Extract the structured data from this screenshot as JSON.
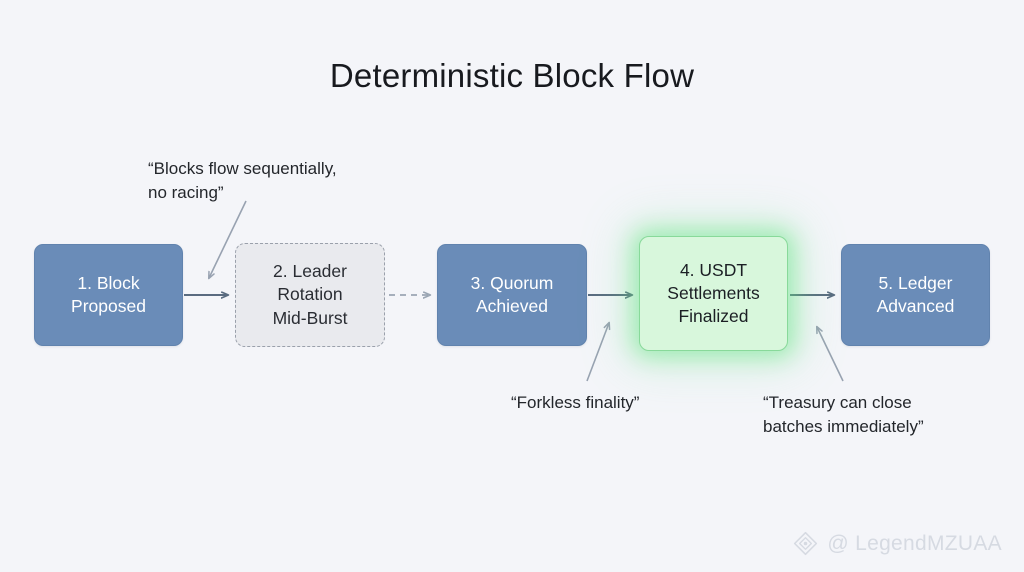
{
  "page": {
    "title": "Deterministic Block Flow",
    "background_color": "#f4f5f9"
  },
  "colors": {
    "node_blue": "#6a8cb8",
    "node_blue_text": "#ffffff",
    "node_dashed_fill": "#e9eaee",
    "node_dashed_border": "#9aa0ab",
    "node_highlight_fill": "#d8f7dc",
    "node_highlight_border": "#88d99a",
    "highlight_glow": "#58e278",
    "connector": "#5a6b80",
    "annotation_text": "#23262b",
    "watermark": "#d6dae2"
  },
  "flow": {
    "nodes": [
      {
        "id": "block-proposed",
        "label": "1. Block\nProposed",
        "style": "blue",
        "highlighted": false
      },
      {
        "id": "leader-rotation",
        "label": "2. Leader\nRotation\nMid-Burst",
        "style": "dashed",
        "highlighted": false
      },
      {
        "id": "quorum-achieved",
        "label": "3. Quorum\nAchieved",
        "style": "blue",
        "highlighted": false
      },
      {
        "id": "usdt-settlements",
        "label": "4. USDT\nSettlements\nFinalized",
        "style": "green",
        "highlighted": true
      },
      {
        "id": "ledger-advanced",
        "label": "5. Ledger\nAdvanced",
        "style": "blue",
        "highlighted": false
      }
    ],
    "connectors": [
      {
        "from": "block-proposed",
        "to": "leader-rotation",
        "style": "solid"
      },
      {
        "from": "leader-rotation",
        "to": "quorum-achieved",
        "style": "dashed"
      },
      {
        "from": "quorum-achieved",
        "to": "usdt-settlements",
        "style": "solid"
      },
      {
        "from": "usdt-settlements",
        "to": "ledger-advanced",
        "style": "solid"
      }
    ]
  },
  "annotations": [
    {
      "id": "sequential-note",
      "text": "“Blocks flow sequentially,\nno racing”",
      "points_to": "leader-rotation"
    },
    {
      "id": "forkless-note",
      "text": "“Forkless finality”",
      "points_to": "quorum-achieved"
    },
    {
      "id": "treasury-note",
      "text": "“Treasury can close\nbatches immediately”",
      "points_to": "usdt-settlements"
    }
  ],
  "watermark": {
    "handle": "@ LegendMZUAA",
    "icon": "diamond-logo-icon"
  }
}
